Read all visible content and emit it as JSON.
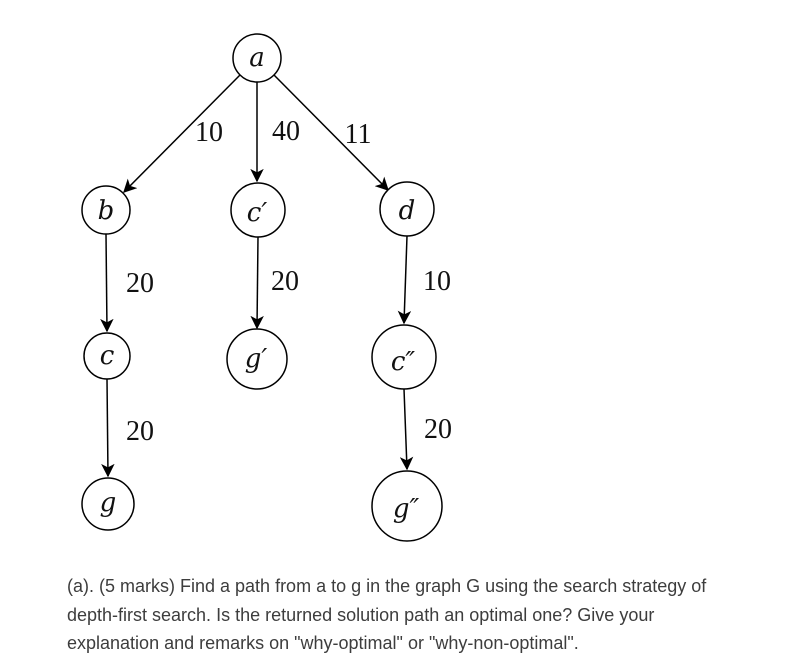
{
  "graph": {
    "type": "weighted-directed-tree",
    "nodes": [
      {
        "id": "a",
        "label": "a"
      },
      {
        "id": "b",
        "label": "b"
      },
      {
        "id": "c-prime",
        "label": "c′"
      },
      {
        "id": "d",
        "label": "d"
      },
      {
        "id": "c",
        "label": "c"
      },
      {
        "id": "g-prime",
        "label": "g′"
      },
      {
        "id": "c-double-prime",
        "label": "c″"
      },
      {
        "id": "g",
        "label": "g"
      },
      {
        "id": "g-double-prime",
        "label": "g″"
      }
    ],
    "edges": [
      {
        "from": "a",
        "to": "b",
        "weight": "10"
      },
      {
        "from": "a",
        "to": "c-prime",
        "weight": "40"
      },
      {
        "from": "a",
        "to": "d",
        "weight": "11"
      },
      {
        "from": "b",
        "to": "c",
        "weight": "20"
      },
      {
        "from": "c-prime",
        "to": "g-prime",
        "weight": "20"
      },
      {
        "from": "d",
        "to": "c-double-prime",
        "weight": "10"
      },
      {
        "from": "c",
        "to": "g",
        "weight": "20"
      },
      {
        "from": "c-double-prime",
        "to": "g-double-prime",
        "weight": "20"
      }
    ],
    "colors": {
      "stroke": "#000000",
      "node_fill": "#ffffff",
      "label_text": "#111111"
    }
  },
  "question": {
    "label": "(a).",
    "marks": "(5 marks)",
    "lines": [
      "(a). (5 marks) Find a path from a to g in the graph G using the search strategy of",
      "depth-first search. Is the returned solution path an optimal one? Give your",
      "explanation and remarks on \"why-optimal\" or \"why-non-optimal\"."
    ],
    "text_color": "#3d3d3d"
  }
}
